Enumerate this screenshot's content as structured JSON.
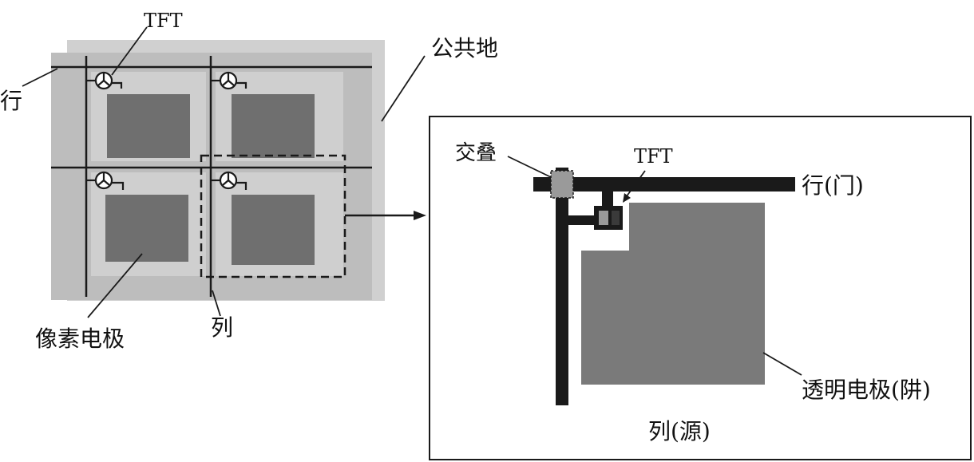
{
  "labels": {
    "tft_top": "TFT",
    "row": "行",
    "common_ground": "公共地",
    "pixel_electrode": "像素电极",
    "column": "列",
    "overlap": "交叠",
    "tft_detail": "TFT",
    "row_gate": "行(门)",
    "transparent_electrode": "透明电极(阱)",
    "column_source": "列(源)"
  },
  "colors": {
    "background_plate": "#b9b9b9",
    "shadow_plate": "#d2d2d2",
    "pixel_fill": "#6e6e6e",
    "line": "#1a1a1a",
    "cell_light": "#c8c8c8",
    "overlap_marker": "#9a9a9a"
  }
}
